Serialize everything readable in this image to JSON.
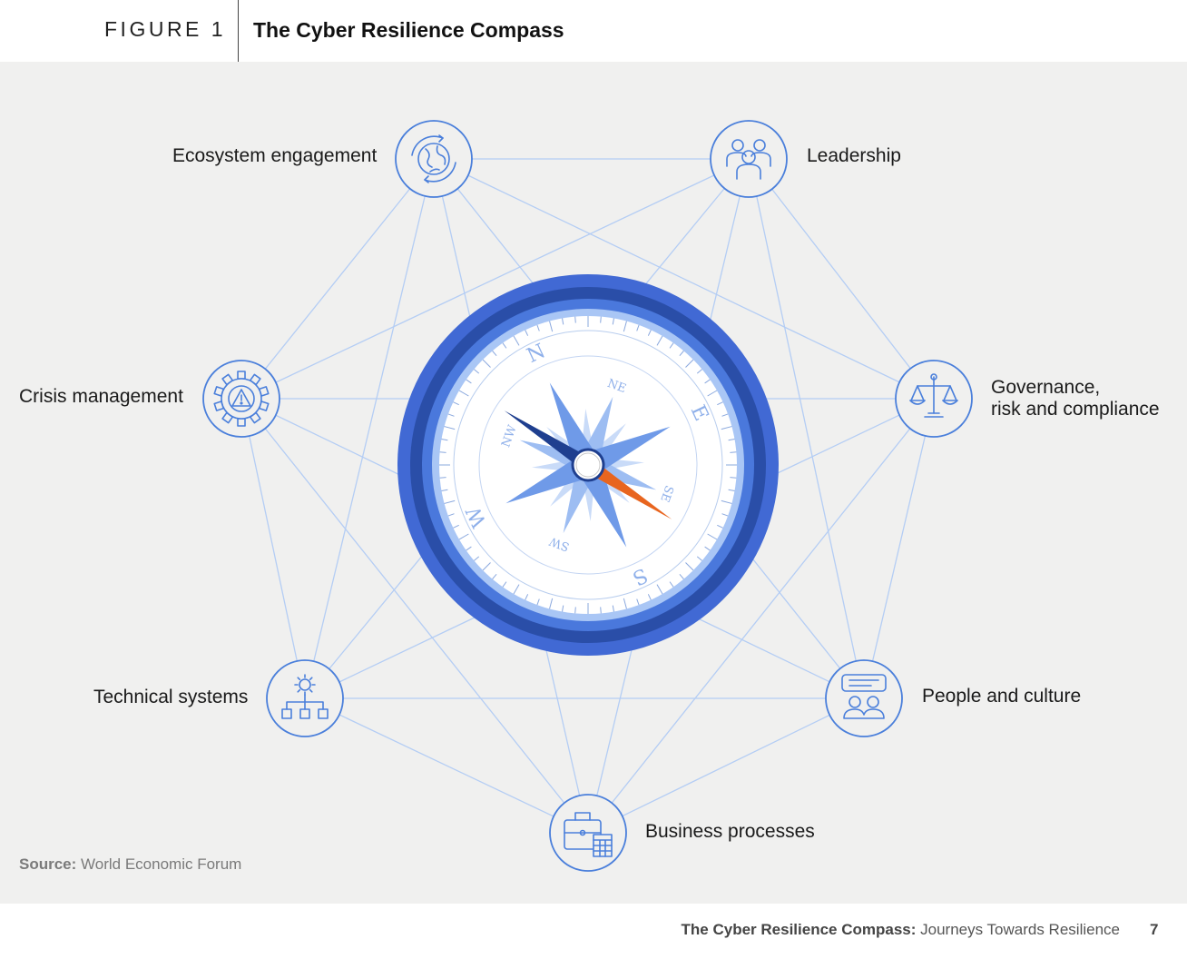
{
  "header": {
    "figure_label": "FIGURE 1",
    "title": "The Cyber Resilience Compass"
  },
  "nodes": [
    {
      "id": "ecosystem",
      "label": "Ecosystem engagement",
      "icon": "globe-refresh-icon"
    },
    {
      "id": "leadership",
      "label": "Leadership",
      "icon": "people-group-icon"
    },
    {
      "id": "governance",
      "label_line1": "Governance,",
      "label_line2": "risk and compliance",
      "icon": "scales-icon"
    },
    {
      "id": "people",
      "label": "People and culture",
      "icon": "chat-people-icon"
    },
    {
      "id": "business",
      "label": "Business processes",
      "icon": "briefcase-calculator-icon"
    },
    {
      "id": "technical",
      "label": "Technical systems",
      "icon": "gear-network-icon"
    },
    {
      "id": "crisis",
      "label": "Crisis management",
      "icon": "gear-warning-icon"
    }
  ],
  "compass": {
    "cardinals": [
      "N",
      "E",
      "S",
      "W"
    ],
    "intercardinals": [
      "NE",
      "SE",
      "SW",
      "NW"
    ]
  },
  "colors": {
    "ring_outer": "#4169d4",
    "ring_dark": "#2a4ea8",
    "ring_light": "#a9c6f5",
    "needle_north": "#1f3f8f",
    "needle_south": "#e8651f",
    "connector": "#b4cdf4",
    "icon_stroke": "#4a7fdb"
  },
  "source": {
    "prefix": "Source:",
    "text": "World Economic Forum"
  },
  "footer": {
    "title": "The Cyber Resilience Compass:",
    "subtitle": "Journeys Towards Resilience",
    "page": "7"
  }
}
